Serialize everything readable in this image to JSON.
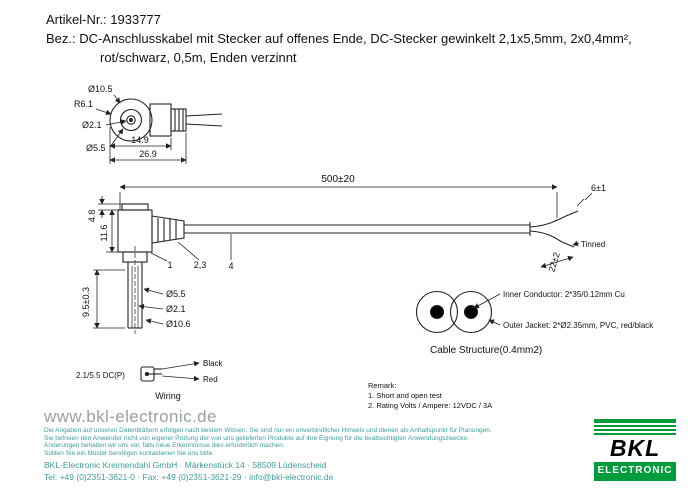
{
  "colors": {
    "line": "#222222",
    "teal": "#3f9d9d",
    "green": "#009c3c"
  },
  "header": {
    "article": "Artikel-Nr.: 1933777",
    "desc_line1": "Bez.: DC-Anschlusskabel mit Stecker auf offenes Ende, DC-Stecker gewinkelt 2,1x5,5mm, 2x0,4mm²,",
    "desc_line2": "rot/schwarz, 0,5m, Enden verzinnt"
  },
  "detail_view": {
    "dia_outer": "Ø10.5",
    "radius": "R6.1",
    "dia_pin": "Ø2.1",
    "dia_barrel": "Ø5.5",
    "len_body": "14.9",
    "len_total": "26.9"
  },
  "main_view": {
    "cable_length": "500±20",
    "strip_length": "6±1",
    "tinned_label": "Tinned",
    "tinned_length": "22±2",
    "dim_top": "4.8",
    "dim_body": "11.6",
    "dim_barrel_len": "9.5±0.3",
    "dia_barrel": "Ø5.5",
    "dia_pin": "Ø2.1",
    "dia_body": "Ø10.6",
    "callout_1": "1",
    "callout_23": "2,3",
    "callout_4": "4"
  },
  "cable_structure": {
    "inner_conductor": "Inner Conductor: 2*35/0.12mm Cu",
    "outer_jacket": "Outer Jacket: 2*Ø2.35mm, PVC, red/black",
    "caption": "Cable Structure(0.4mm2)"
  },
  "wiring": {
    "plug_label": "2.1/5.5 DC(P)",
    "wire_black": "Black",
    "wire_red": "Red",
    "caption": "Wiring"
  },
  "remark": {
    "title": "Remark:",
    "line1": "1. Short and open test",
    "line2": "2. Rating Volts / Ampere: 12VDC / 3A"
  },
  "footer": {
    "website": "www.bkl-electronic.de",
    "disclaimer1": "Die Angaben auf unseren Datenblättern erfolgen nach bestem Wissen. Sie sind nur ein unverbindlicher Hinweis und dienen als Anhaltspunkt für Planungen.",
    "disclaimer2": "Sie befreien den Anwender nicht von eigener Prüfung der von uns gelieferten Produkte auf ihre Eignung für die beabsichtigten Anwendungszwecke.",
    "disclaimer3": "Änderungen behalten wir uns vor, falls neue Erkenntnisse dies erforderlich machen.",
    "disclaimer4": "Sollten Sie ein Muster benötigen kontaktieren Sie uns bitte.",
    "company": "BKL-Electronic Kreimendahl GmbH · Märkenstück 14 · 58509 Lüdenscheid",
    "contact": "Tel: +49 (0)2351-3621-0 · Fax: +49 (0)2351-3621-29 · info@bkl-electronic.de",
    "logo_top": "BKL",
    "logo_bottom": "ELECTRONIC"
  }
}
